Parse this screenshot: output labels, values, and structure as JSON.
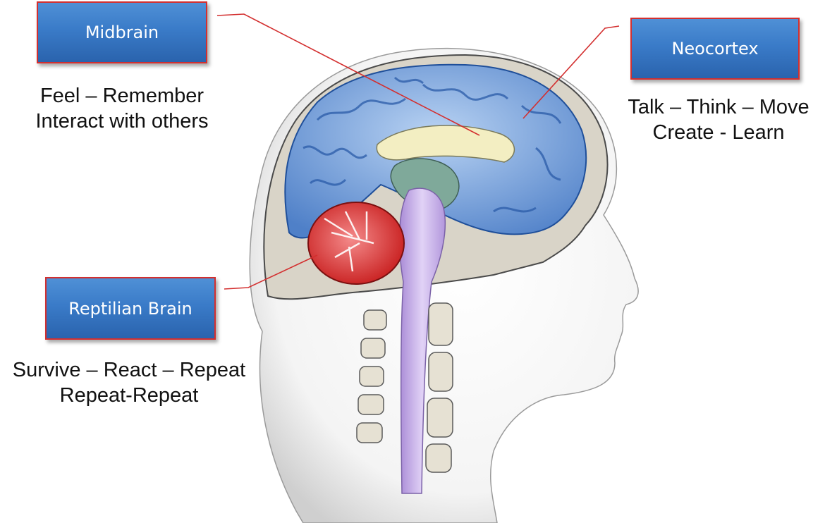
{
  "labels": {
    "midbrain": {
      "title": "Midbrain",
      "lines": [
        "Feel – Remember",
        "Interact with others"
      ]
    },
    "neocortex": {
      "title": "Neocortex",
      "lines": [
        "Talk – Think – Move",
        "Create - Learn"
      ]
    },
    "reptilian": {
      "title": "Reptilian Brain",
      "lines": [
        "Survive – React – Repeat",
        "Repeat-Repeat"
      ]
    }
  },
  "colors": {
    "box_fill": "#3a7bc8",
    "box_border": "#d32f2f",
    "leader_line": "#d32f2f",
    "cerebrum": "#8fb6e8",
    "cerebellum": "#e23a3a",
    "brainstem": "#c9b3ea",
    "corpus_callosum": "#f3eec2",
    "thalamus": "#7fa99a",
    "skull": "#d9d4c8"
  }
}
